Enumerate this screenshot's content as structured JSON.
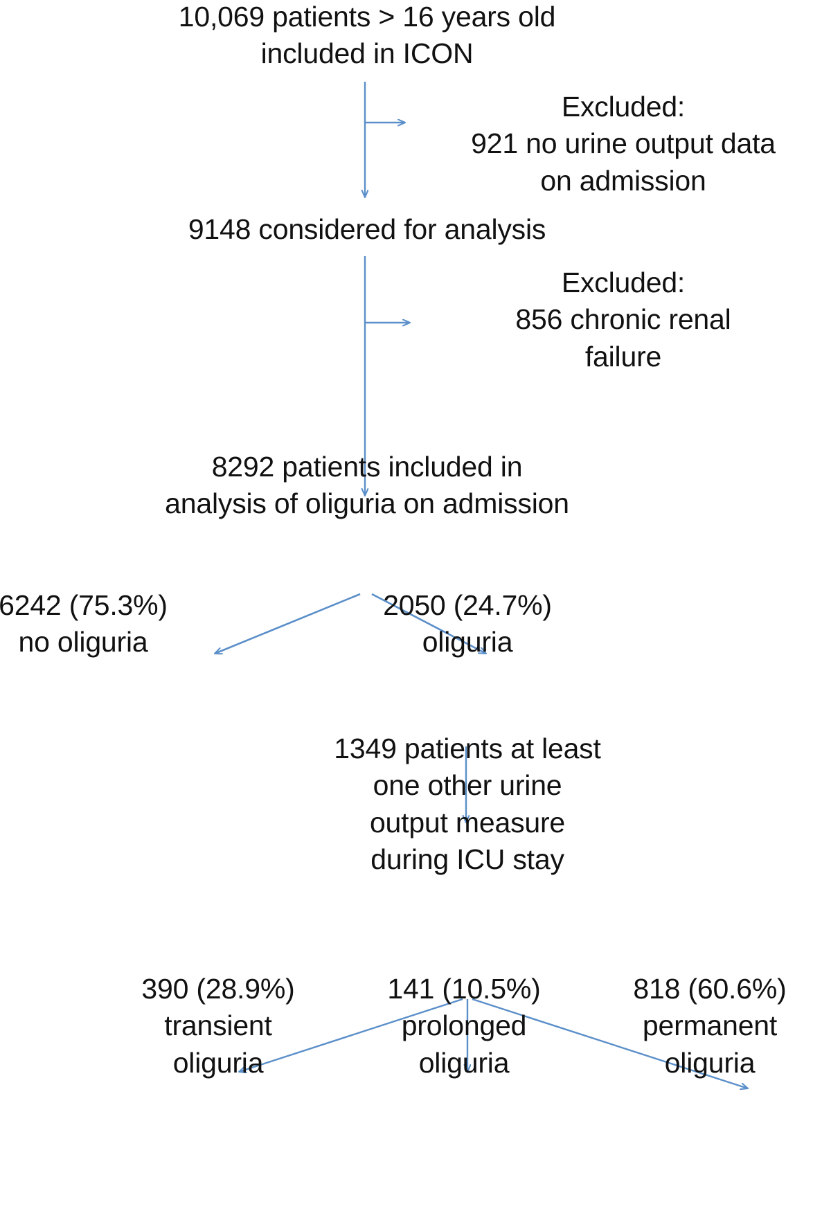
{
  "figure": {
    "type": "flowchart",
    "title": "Patient inclusion flow diagram (ICON cohort, oliguria analysis)",
    "arrow_color": "#5B8FC9",
    "text_color": "#111111",
    "background": "#ffffff"
  },
  "nodes": {
    "icon_cohort": {
      "id": "icon-cohort",
      "lines": [
        "10,069  patients > 16 years old",
        "included in ICON"
      ],
      "value": 10069
    },
    "excluded_urine": {
      "id": "excluded-no-urine-output",
      "lines": [
        "Excluded:",
        "921 no urine output data",
        "on admission"
      ],
      "value": 921
    },
    "considered": {
      "id": "considered-for-analysis",
      "lines": [
        "9148 considered for analysis"
      ],
      "value": 9148
    },
    "excluded_renal": {
      "id": "excluded-chronic-renal-failure",
      "lines": [
        "Excluded:",
        "856 chronic renal",
        "failure"
      ],
      "value": 856
    },
    "included": {
      "id": "included-in-oliguria-analysis",
      "lines": [
        "8292 patients included in",
        "analysis of oliguria on admission"
      ],
      "value": 8292
    },
    "no_oliguria": {
      "id": "no-oliguria",
      "lines": [
        "6242 (75.3%)",
        "no oliguria"
      ],
      "value": 6242,
      "percent": 75.3
    },
    "oliguria": {
      "id": "oliguria",
      "lines": [
        "2050 (24.7%)",
        "oliguria"
      ],
      "value": 2050,
      "percent": 24.7
    },
    "measured_again": {
      "id": "at-least-one-other-urine-output-measure",
      "lines": [
        "1349 patients at least",
        "one other urine",
        "output measure",
        "during ICU stay"
      ],
      "value": 1349
    },
    "transient": {
      "id": "transient-oliguria",
      "lines": [
        "390 (28.9%)",
        "transient",
        "oliguria"
      ],
      "value": 390,
      "percent": 28.9
    },
    "prolonged": {
      "id": "prolonged-oliguria",
      "lines": [
        "141 (10.5%)",
        "prolonged",
        "oliguria"
      ],
      "value": 141,
      "percent": 10.5
    },
    "permanent": {
      "id": "permanent-oliguria",
      "lines": [
        "818 (60.6%)",
        "permanent",
        "oliguria"
      ],
      "value": 818,
      "percent": 60.6
    }
  },
  "edges": [
    {
      "from": "icon_cohort",
      "to": "considered",
      "kind": "vertical-arrow"
    },
    {
      "from": "icon_cohort",
      "to": "excluded_urine",
      "kind": "horizontal-arrow"
    },
    {
      "from": "considered",
      "to": "included",
      "kind": "vertical-arrow"
    },
    {
      "from": "considered",
      "to": "excluded_renal",
      "kind": "horizontal-arrow"
    },
    {
      "from": "included",
      "to": "no_oliguria",
      "kind": "diagonal-arrow-left"
    },
    {
      "from": "included",
      "to": "oliguria",
      "kind": "diagonal-arrow-right"
    },
    {
      "from": "oliguria",
      "to": "measured_again",
      "kind": "vertical-arrow"
    },
    {
      "from": "measured_again",
      "to": "transient",
      "kind": "diagonal-arrow-left"
    },
    {
      "from": "measured_again",
      "to": "prolonged",
      "kind": "vertical-arrow"
    },
    {
      "from": "measured_again",
      "to": "permanent",
      "kind": "diagonal-arrow-right"
    }
  ]
}
